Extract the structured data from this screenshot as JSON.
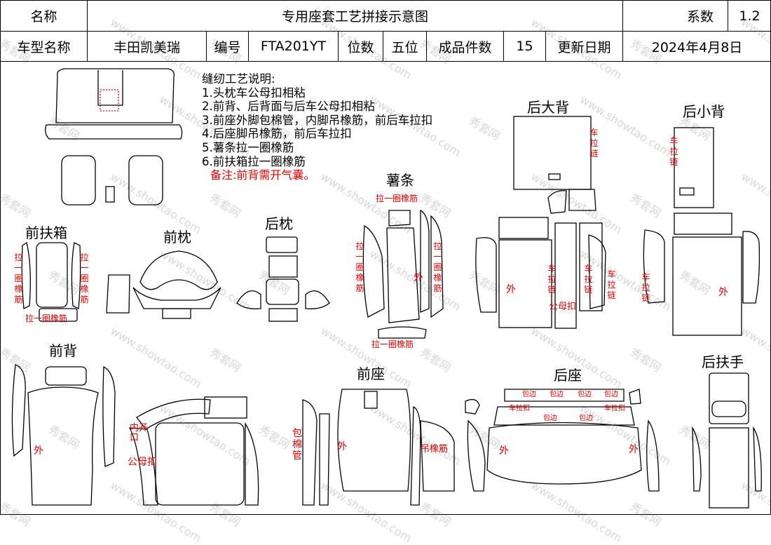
{
  "header": {
    "name_label": "名称",
    "title": "专用座套工艺拼接示意图",
    "coef_label": "系数",
    "coef_value": "1.2",
    "model_label": "车型名称",
    "model_value": "丰田凯美瑞",
    "code_label": "编号",
    "code_value": "FTA201YT",
    "seats_label": "位数",
    "seats_value": "五位",
    "pieces_label": "成品件数",
    "pieces_value": "15",
    "date_label": "更新日期",
    "date_value": "2024年4月8日"
  },
  "notes": {
    "title": "缝纫工艺说明:",
    "items": [
      "1.头枕车公母扣相粘",
      "2.前背、后背面与后车公母扣相粘",
      "3.前座外脚包棉管，内脚吊橡筋，前后车拉扣",
      "4.后座脚吊橡筋，前后车拉扣",
      "5.薯条拉一圈橡筋",
      "6.前扶箱拉一圈橡筋"
    ],
    "remark": "备注:前背需开气囊。"
  },
  "sections": {
    "front_armrest": "前扶箱",
    "front_pillow": "前枕",
    "rear_pillow": "后枕",
    "strips": "薯条",
    "rear_big_back": "后大背",
    "rear_small_back": "后小背",
    "front_back": "前背",
    "front_seat": "前座",
    "rear_seat": "后座",
    "rear_armrest": "后扶手"
  },
  "annotations": {
    "elastic_loop": "拉一圈橡筋",
    "elastic_loop_v": "拉一圈橡筋",
    "outer": "外",
    "zipper_v": "车拉链",
    "snap": "公母扣",
    "inner_open": "内开口",
    "padding_tube": "包棉管",
    "hanging_elastic": "吊橡筋",
    "edge": "包边",
    "sew_snap": "车拉扣"
  },
  "watermark": {
    "brand": "秀套网",
    "site": "www.showtao.com"
  }
}
